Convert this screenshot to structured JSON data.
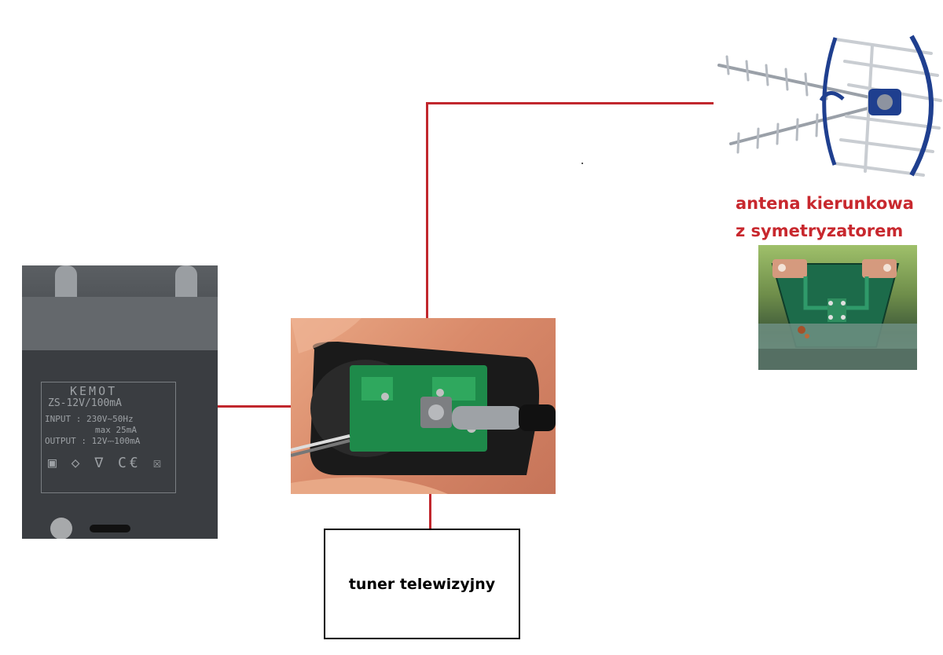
{
  "colors": {
    "wire": "#c1272d",
    "label": "#c8282e",
    "box_border": "#000000"
  },
  "antenna": {
    "label_line1": "antena kierunkowa",
    "label_line2": "z symetryzatorem"
  },
  "tuner": {
    "label": "tuner telewizyjny"
  },
  "power_supply": {
    "brand": "KEMOT",
    "model": "ZS-12V/100mA",
    "input_line1": "INPUT : 230V~50Hz",
    "input_line2": "max 25mA",
    "output_line": "OUTPUT : 12V⎓100mA"
  }
}
